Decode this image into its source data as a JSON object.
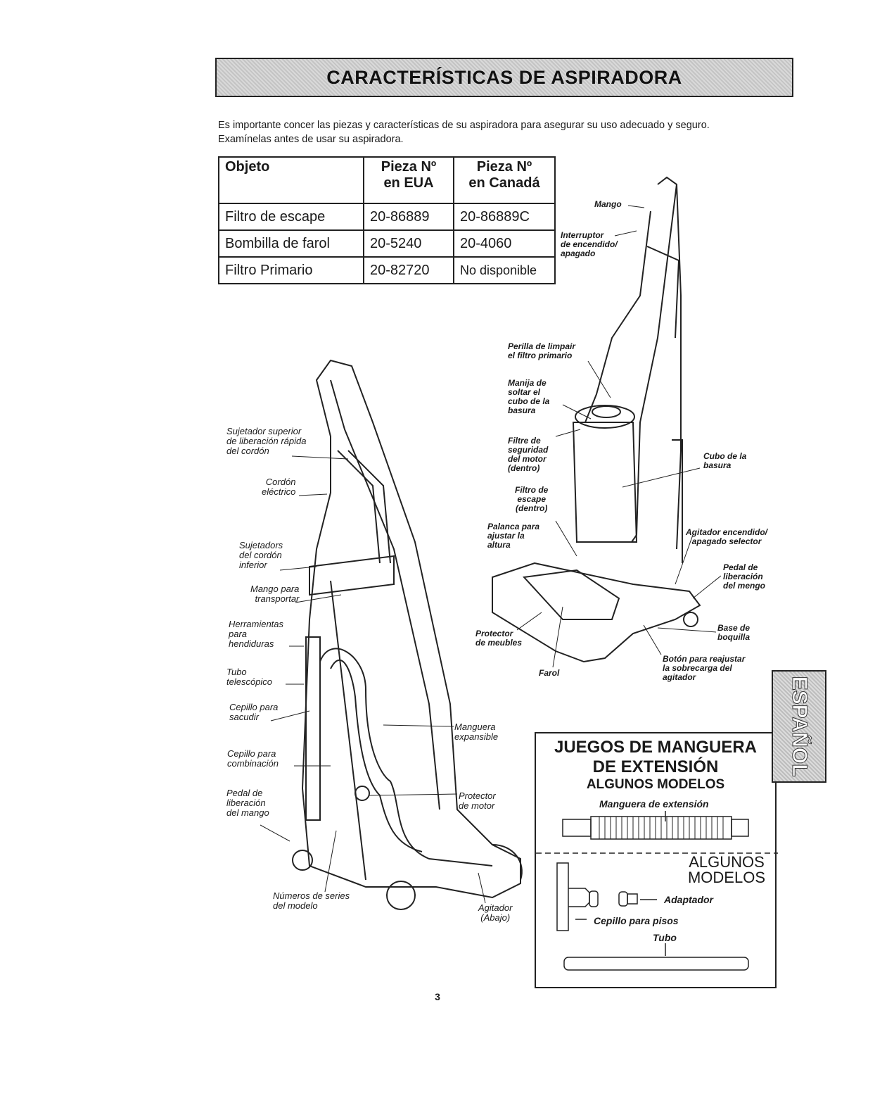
{
  "header": {
    "title": "CARACTERÍSTICAS DE ASPIRADORA"
  },
  "intro": {
    "line1": "Es importante concer las piezas y características de su aspiradora para asegurar su uso adecuado y seguro.",
    "line2": "Examínelas antes de usar su aspiradora."
  },
  "parts_table": {
    "headers": [
      "Objeto",
      "Pieza Nº en EUA",
      "Pieza Nº en Canadá"
    ],
    "header_lines": [
      [
        "Objeto",
        ""
      ],
      [
        "Pieza Nº",
        "en EUA"
      ],
      [
        "Pieza Nº",
        "en Canadá"
      ]
    ],
    "rows": [
      [
        "Filtro de escape",
        "20-86889",
        "20-86889C"
      ],
      [
        "Bombilla de farol",
        "20-5240",
        "20-4060"
      ],
      [
        "Filtro Primario",
        "20-82720",
        "No disponible"
      ]
    ]
  },
  "labels_left": {
    "sujetador_superior": [
      "Sujetador superior",
      "de liberación rápida",
      "del cordón"
    ],
    "cordon": [
      "Cordón",
      "eléctrico"
    ],
    "sujetadors": [
      "Sujetadors",
      "del cordón",
      "inferior"
    ],
    "mango_transportar": [
      "Mango para",
      "transportar"
    ],
    "herramientas": [
      "Herramientas",
      "para",
      "hendiduras"
    ],
    "tubo": [
      "Tubo",
      "telescópico"
    ],
    "cepillo_sacudir": [
      "Cepillo para",
      "sacudir"
    ],
    "cepillo_comb": [
      "Cepillo para",
      "combinación"
    ],
    "pedal_left": [
      "Pedal de",
      "liberación",
      "del mango"
    ],
    "numeros": [
      "Números de series",
      "del modelo"
    ],
    "manguera": [
      "Manguera",
      "expansible"
    ],
    "protector_motor": [
      "Protector",
      "de motor"
    ],
    "agitador": [
      "Agitador",
      "(Abajo)"
    ]
  },
  "labels_right": {
    "mango": "Mango",
    "interruptor": [
      "Interruptor",
      "de encendido/",
      "apagado"
    ],
    "perilla": [
      "Perilla de limpair",
      "el filtro primario"
    ],
    "manija": [
      "Manija de",
      "soltar el",
      "cubo de la",
      "basura"
    ],
    "filtre": [
      "Filtre de",
      "seguridad",
      "del motor",
      "(dentro)"
    ],
    "filtro_escape": [
      "Filtro de",
      "escape",
      "(dentro)"
    ],
    "palanca": [
      "Palanca para",
      "ajustar la",
      "altura"
    ],
    "cubo": [
      "Cubo de la",
      "basura"
    ],
    "agitador_sel": [
      "Agitador encendido/",
      "apagado selector"
    ],
    "pedal_right": [
      "Pedal de",
      "liberación",
      "del mengo"
    ],
    "base": [
      "Base de",
      "boquilla"
    ],
    "protector_muebles": [
      "Protector",
      "de meubles"
    ],
    "farol": "Farol",
    "boton": [
      "Botón para reajustar",
      "la sobrecarga del",
      "agitador"
    ]
  },
  "hose_box": {
    "title1": "JUEGOS DE MANGUERA",
    "title2": "DE EXTENSIÓN",
    "subtitle": "ALGUNOS MODELOS",
    "hose_label": "Manguera de extensión",
    "models1": "ALGUNOS",
    "models2": "MODELOS",
    "adaptador": "Adaptador",
    "cepillo_pisos": "Cepillo para pisos",
    "tubo": "Tubo"
  },
  "side_tab": "ESPAÑOL",
  "page_number": "3"
}
